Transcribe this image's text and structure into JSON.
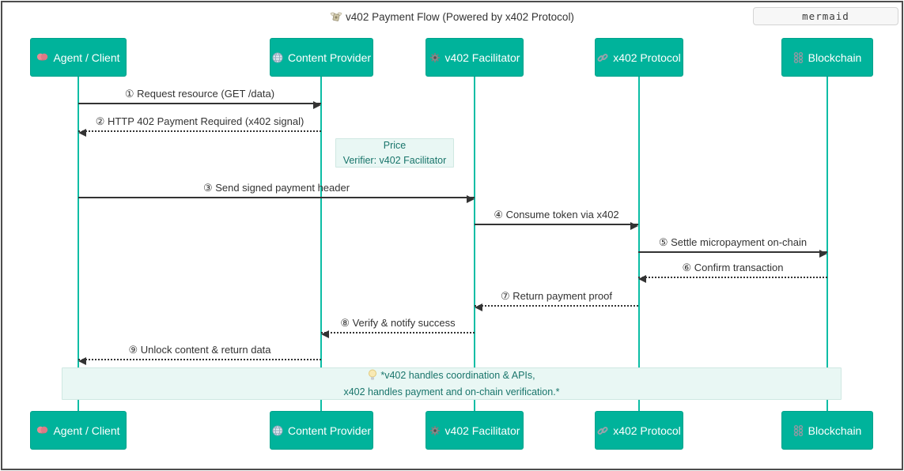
{
  "diagram": {
    "title": "v402 Payment Flow (Powered by x402 Protocol)",
    "title_icon": "money-with-wings-icon",
    "badge_label": "mermaid",
    "actors": [
      {
        "label": "Agent / Client",
        "icon": "brain-icon"
      },
      {
        "label": "Content Provider",
        "icon": "globe-icon"
      },
      {
        "label": "v402 Facilitator",
        "icon": "gear-icon"
      },
      {
        "label": "x402 Protocol",
        "icon": "link-icon"
      },
      {
        "label": "Blockchain",
        "icon": "chains-icon"
      }
    ],
    "messages": [
      {
        "label": "① Request resource (GET /data)",
        "from": "Agent / Client",
        "to": "Content Provider",
        "style": "solid"
      },
      {
        "label": "② HTTP 402 Payment Required (x402 signal)",
        "from": "Content Provider",
        "to": "Agent / Client",
        "style": "dashed"
      },
      {
        "label": "③ Send signed payment header",
        "from": "Agent / Client",
        "to": "v402 Facilitator",
        "style": "solid"
      },
      {
        "label": "④ Consume token via x402",
        "from": "v402 Facilitator",
        "to": "x402 Protocol",
        "style": "solid"
      },
      {
        "label": "⑤ Settle micropayment on-chain",
        "from": "x402 Protocol",
        "to": "Blockchain",
        "style": "solid"
      },
      {
        "label": "⑥ Confirm transaction",
        "from": "Blockchain",
        "to": "x402 Protocol",
        "style": "dashed"
      },
      {
        "label": "⑦ Return payment proof",
        "from": "x402 Protocol",
        "to": "v402 Facilitator",
        "style": "dashed"
      },
      {
        "label": "⑧ Verify & notify success",
        "from": "v402 Facilitator",
        "to": "Content Provider",
        "style": "dashed"
      },
      {
        "label": "⑨ Unlock content & return data",
        "from": "Content Provider",
        "to": "Agent / Client",
        "style": "dashed"
      }
    ],
    "notes": [
      {
        "over": "Content Provider, v402 Facilitator",
        "lines": [
          "Price",
          "Verifier: v402 Facilitator"
        ]
      },
      {
        "over": "all participants",
        "icon": "lightbulb-icon",
        "lines": [
          "*v402 handles coordination & APIs,",
          "x402 handles payment and on-chain verification.*"
        ]
      }
    ],
    "colors": {
      "actor_fill": "#00b39b",
      "lifeline": "#0cbda5",
      "note_bg": "#e9f7f4",
      "note_text": "#19756b",
      "arrow": "#333333"
    }
  }
}
